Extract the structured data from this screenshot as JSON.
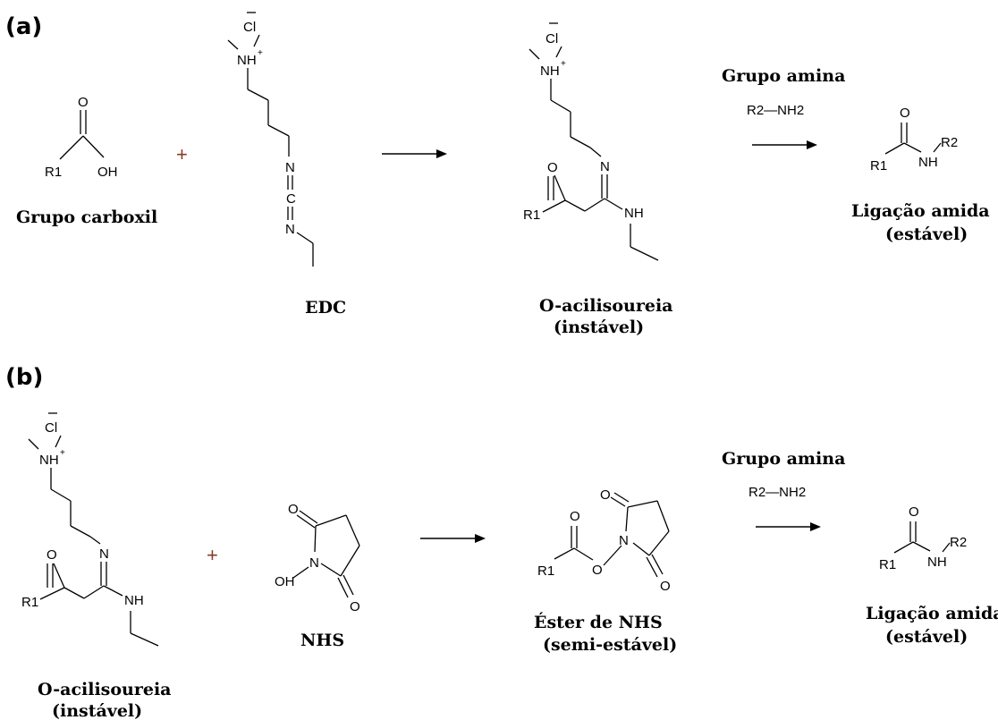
{
  "panels": {
    "a": {
      "label": "(a)",
      "carboxyl": {
        "caption": "Grupo carboxil",
        "atoms": {
          "o": "O",
          "r1": "R1",
          "oh": "OH"
        }
      },
      "plus": "+",
      "edc": {
        "caption": "EDC",
        "atoms": {
          "cl": "Cl",
          "nh": "NH",
          "n1": "N",
          "c": "C",
          "n2": "N"
        }
      },
      "intermediate": {
        "caption_1": "O-acilisoureia",
        "caption_2": "(instável)",
        "atoms": {
          "cl": "Cl",
          "nh": "NH",
          "o": "O",
          "r1": "R1",
          "n": "N",
          "nh2": "NH"
        }
      },
      "reagent": {
        "title": "Grupo amina",
        "formula": "R2—NH2"
      },
      "product": {
        "caption_1": "Ligação amida",
        "caption_2": "(estável)",
        "atoms": {
          "o": "O",
          "r1": "R1",
          "nh": "NH",
          "r2": "R2"
        }
      }
    },
    "b": {
      "label": "(b)",
      "intermediate": {
        "caption_1": "O-acilisoureia",
        "caption_2": "(instável)",
        "atoms": {
          "cl": "Cl",
          "nh": "NH",
          "o": "O",
          "r1": "R1",
          "n": "N",
          "nh2": "NH"
        }
      },
      "plus": "+",
      "nhs": {
        "caption": "NHS",
        "atoms": {
          "o1": "O",
          "n": "N",
          "oh": "OH",
          "o2": "O"
        }
      },
      "ester": {
        "caption_1": "Éster de NHS",
        "caption_2": "(semi-estável)",
        "atoms": {
          "o1": "O",
          "r1": "R1",
          "o_link": "O",
          "n": "N",
          "o2": "O",
          "o3": "O"
        }
      },
      "reagent": {
        "title": "Grupo amina",
        "formula": "R2—NH2"
      },
      "product": {
        "caption_1": "Ligação amida",
        "caption_2": "(estável)",
        "atoms": {
          "o": "O",
          "r1": "R1",
          "nh": "NH",
          "r2": "R2"
        }
      }
    }
  }
}
